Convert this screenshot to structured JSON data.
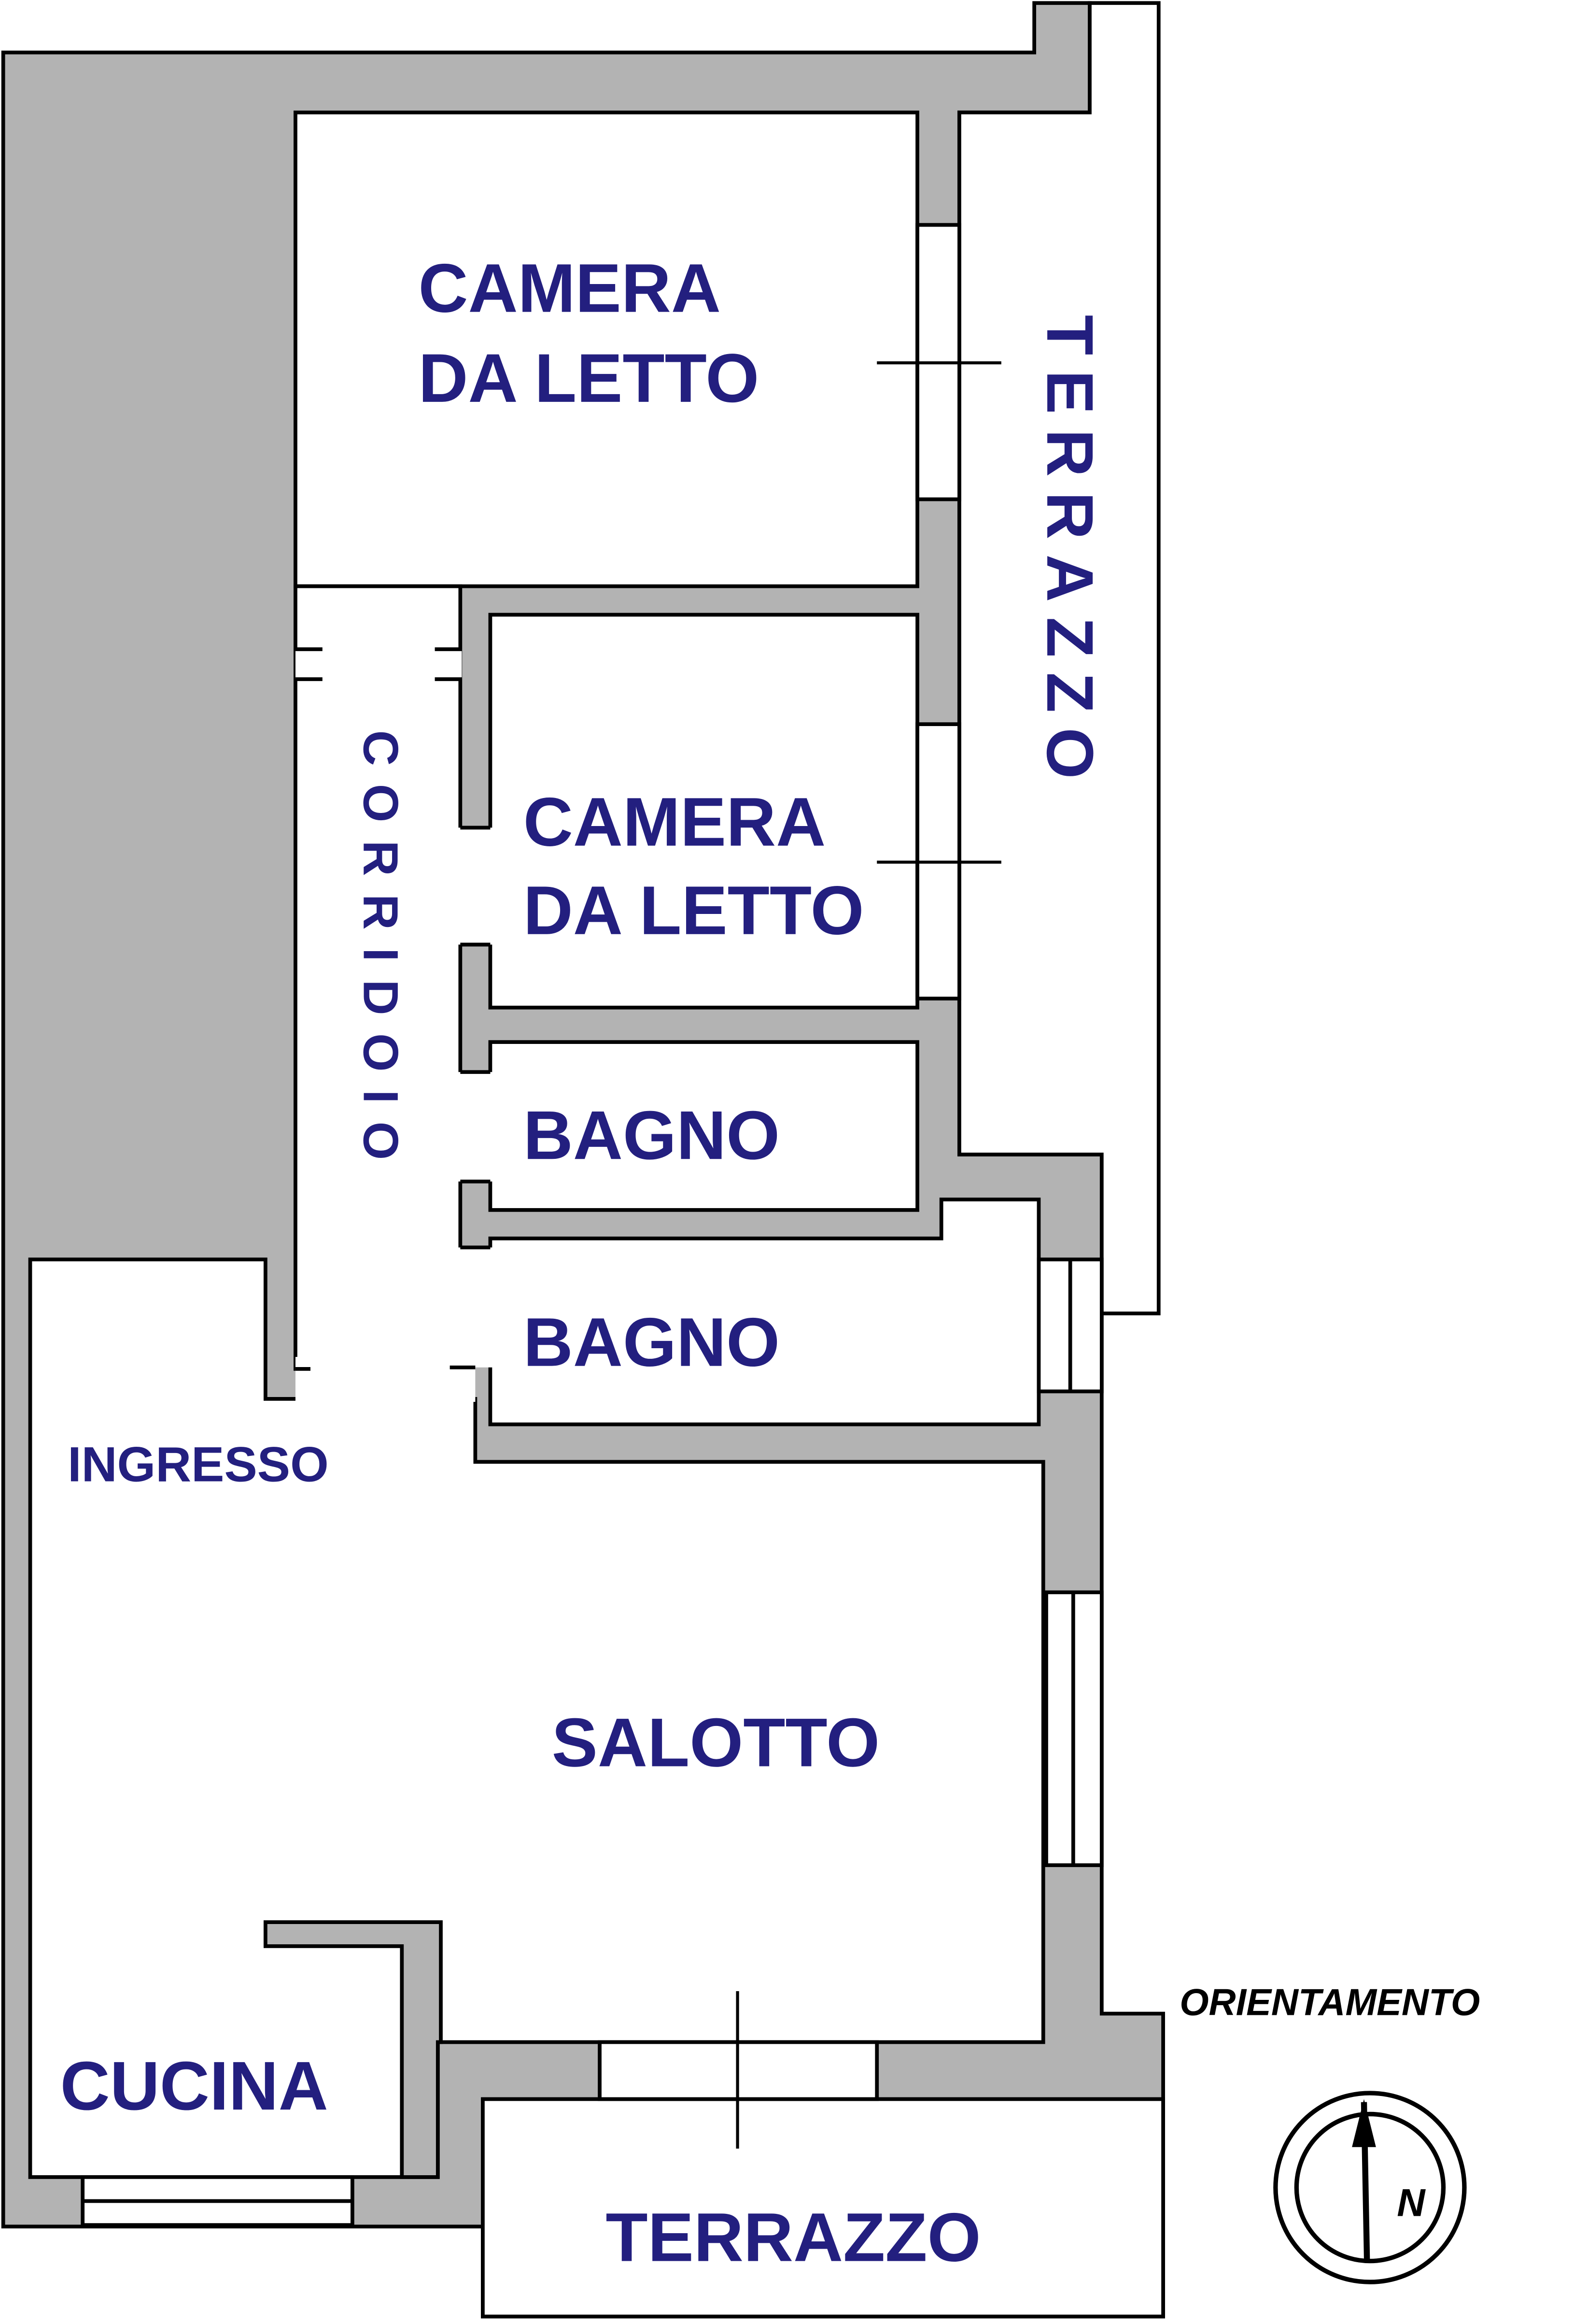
{
  "rooms": {
    "camera_1": {
      "line1": "CAMERA",
      "line2": "DA LETTO"
    },
    "camera_2": {
      "line1": "CAMERA",
      "line2": "DA LETTO"
    },
    "bagno_1": "BAGNO",
    "bagno_2": "BAGNO",
    "corridoio": "CORRIDOIO",
    "terrazzo_vertical": "TERRAZZO",
    "ingresso": "INGRESSO",
    "salotto": "SALOTTO",
    "cucina": "CUCINA",
    "terrazzo_bottom": "TERRAZZO"
  },
  "orientation": {
    "label": "ORIENTAMENTO",
    "north": "N"
  },
  "colors": {
    "wall": "#b3b3b3",
    "outline": "#000000",
    "label": "#231f7f"
  }
}
